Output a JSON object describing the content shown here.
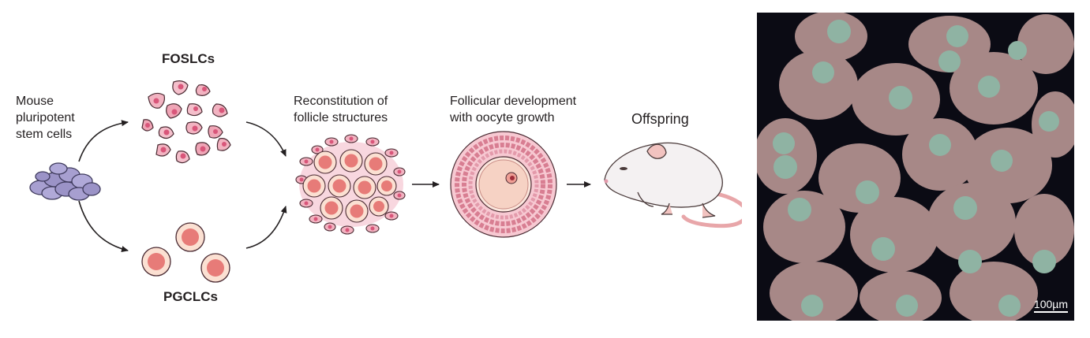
{
  "labels": {
    "source": [
      "Mouse",
      "pluripotent",
      "stem cells"
    ],
    "foslcs": "FOSLCs",
    "pgclcs": "PGCLCs",
    "reconstitution": [
      "Reconstitution of",
      "follicle structures"
    ],
    "follicular": [
      "Follicular development",
      "with oocyte growth"
    ],
    "offspring": "Offspring"
  },
  "micrograph": {
    "scale_bar": "100µm"
  },
  "colors": {
    "stem_cell": "#9b93c7",
    "granulosa_pink": "#f0a7b6",
    "nucleus_pink": "#d9567a",
    "oocyte": "#ee9684",
    "arrow": "#231f20"
  }
}
